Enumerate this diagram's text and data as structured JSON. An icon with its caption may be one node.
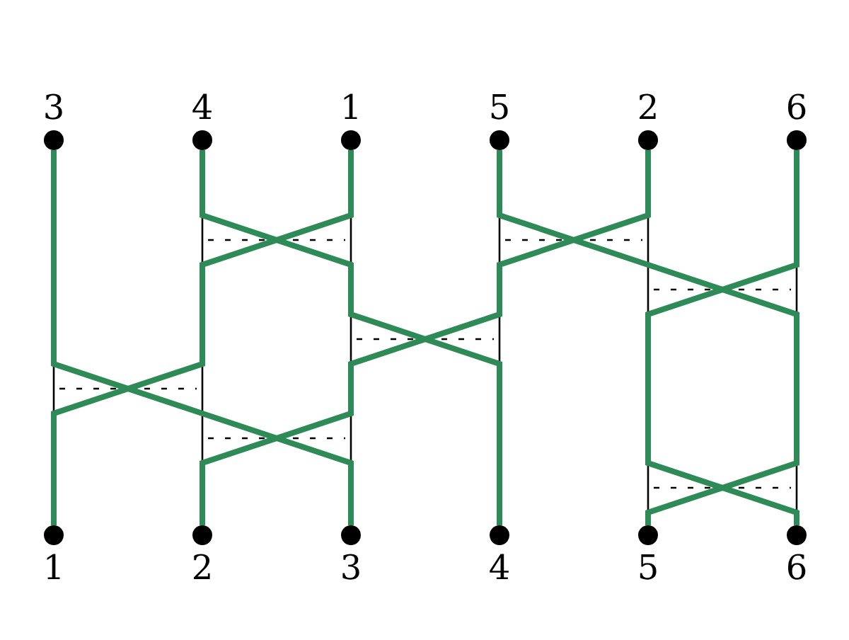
{
  "diagram": {
    "nodes": [
      {
        "text": [],
        "shape": "circle",
        "beside": [
          "3"
        ]
      },
      {
        "text": [],
        "shape": "circle",
        "beside": [
          "4"
        ]
      },
      {
        "text": [],
        "shape": "circle",
        "beside": [
          "1"
        ]
      },
      {
        "text": [],
        "shape": "circle",
        "beside": [
          "5"
        ]
      },
      {
        "text": [],
        "shape": "circle",
        "beside": [
          "2"
        ]
      },
      {
        "text": [],
        "shape": "circle",
        "beside": [
          "6"
        ]
      },
      {
        "text": [],
        "shape": "circle",
        "beside": [
          "1"
        ]
      },
      {
        "text": [],
        "shape": "circle",
        "beside": [
          "2"
        ]
      },
      {
        "text": [],
        "shape": "circle",
        "beside": [
          "3"
        ]
      },
      {
        "text": [],
        "shape": "circle",
        "beside": [
          "4"
        ]
      },
      {
        "text": [],
        "shape": "circle",
        "beside": [
          "5"
        ]
      },
      {
        "text": [],
        "shape": "circle",
        "beside": [
          "6"
        ]
      }
    ],
    "edges": [
      {
        "from": 0,
        "to": 8,
        "arrow": "none"
      },
      {
        "from": 1,
        "to": 9,
        "arrow": "none"
      },
      {
        "from": 2,
        "to": 6,
        "arrow": "none"
      },
      {
        "from": 3,
        "to": 10,
        "arrow": "none"
      },
      {
        "from": 4,
        "to": 7,
        "arrow": "none"
      },
      {
        "from": 5,
        "to": 11,
        "arrow": "none"
      }
    ]
  }
}
